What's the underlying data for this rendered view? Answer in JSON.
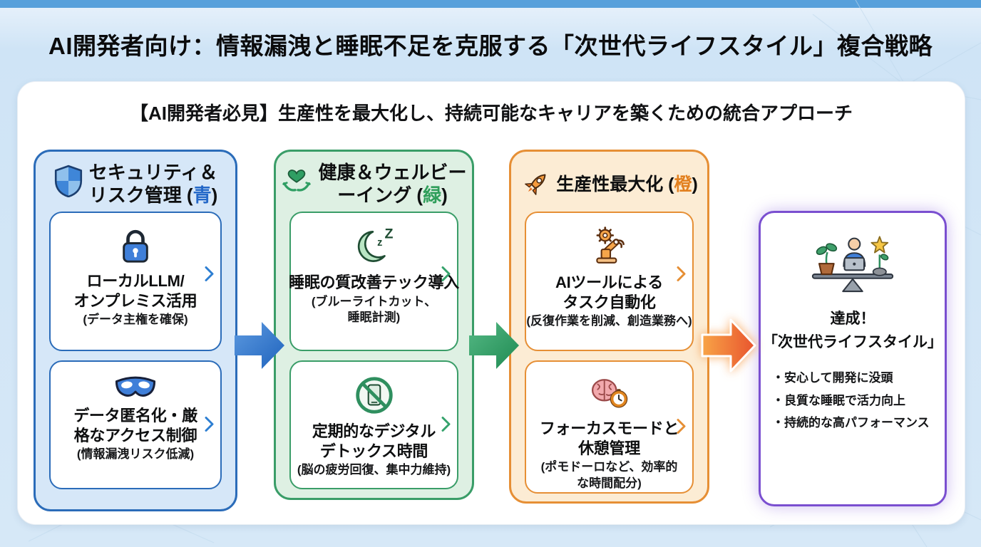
{
  "header": {
    "title": "AI開発者向け：情報漏洩と睡眠不足を克服する「次世代ライフスタイル」複合戦略"
  },
  "main": {
    "subtitle": "【AI開発者必見】生産性を最大化し、持続可能なキャリアを築くための統合アプローチ"
  },
  "colors": {
    "top_bar": "#57a0db",
    "blue_accent": "#2b6cb9",
    "green_accent": "#3a9d68",
    "orange_accent": "#e68f35",
    "purple_accent": "#7a4fd0",
    "arrow_blue": "#2e7bd4",
    "arrow_green": "#30a369",
    "arrow_orange_gradient": [
      "#f8a447",
      "#e85c2e"
    ]
  },
  "columns": [
    {
      "name": "security-risk",
      "icon": "shield-icon",
      "header": {
        "line1": "セキュリティ＆",
        "line2_pre": "リスク管理 (",
        "line2_accent": "青",
        "line2_post": ")"
      },
      "cards": [
        {
          "icon": "lock-icon",
          "title_lines": [
            "ローカルLLM/",
            "オンプレミス活用"
          ],
          "note_lines": [
            "(データ主権を確保)"
          ]
        },
        {
          "icon": "mask-icon",
          "title_lines": [
            "データ匿名化・厳",
            "格なアクセス制御"
          ],
          "note_lines": [
            "(情報漏洩リスク低減)"
          ]
        }
      ]
    },
    {
      "name": "health-wellbeing",
      "icon": "hands-heart-icon",
      "header": {
        "line1": "健康＆ウェルビー",
        "line2_pre": "ーイング (",
        "line2_accent": "緑",
        "line2_post": ")"
      },
      "cards": [
        {
          "icon": "sleep-moon-icon",
          "title_lines": [
            "睡眠の質改善テック導入"
          ],
          "note_lines": [
            "(ブルーライトカット、",
            "睡眠計測)"
          ]
        },
        {
          "icon": "no-phone-icon",
          "title_lines": [
            "定期的なデジタル",
            "デトックス時間"
          ],
          "note_lines": [
            "(脳の疲労回復、集中力維持)"
          ]
        }
      ]
    },
    {
      "name": "productivity-max",
      "icon": "rocket-icon",
      "header": {
        "line1": "",
        "line2_pre": "生産性最大化 (",
        "line2_accent": "橙",
        "line2_post": ")"
      },
      "cards": [
        {
          "icon": "robot-arm-icon",
          "title_lines": [
            "AIツールによる",
            "タスク自動化"
          ],
          "note_lines": [
            "(反復作業を削減、創造業務へ)"
          ]
        },
        {
          "icon": "brain-clock-icon",
          "title_lines": [
            "フォーカスモードと",
            "休憩管理"
          ],
          "note_lines": [
            "(ポモドーロなど、効率的",
            "な時間配分)"
          ]
        }
      ]
    }
  ],
  "goal": {
    "name": "next-gen-lifestyle",
    "icon": "work-life-balance-icon",
    "title_lines": [
      "達成！",
      "「次世代ライフスタイル」"
    ],
    "bullets": [
      "・安心して開発に没頭",
      "・良質な睡眠で活力向上",
      "・持続的な高パフォーマンス"
    ]
  }
}
